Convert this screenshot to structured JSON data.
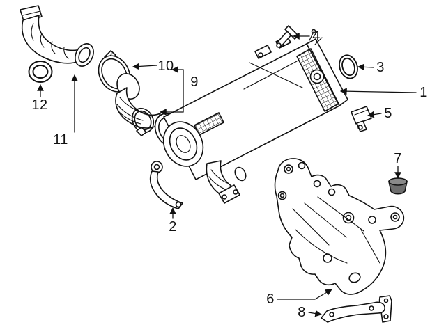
{
  "diagram": {
    "style": {
      "background": "#ffffff",
      "line_color": "#111111",
      "grommet_fill": "#6e6e6e"
    },
    "callouts": {
      "c1": {
        "label": "1"
      },
      "c2": {
        "label": "2"
      },
      "c3": {
        "label": "3"
      },
      "c4": {
        "label": "4"
      },
      "c5": {
        "label": "5"
      },
      "c6": {
        "label": "6"
      },
      "c7": {
        "label": "7"
      },
      "c8": {
        "label": "8"
      },
      "c9": {
        "label": "9"
      },
      "c10": {
        "label": "10"
      },
      "c11": {
        "label": "11"
      },
      "c12": {
        "label": "12"
      }
    }
  }
}
